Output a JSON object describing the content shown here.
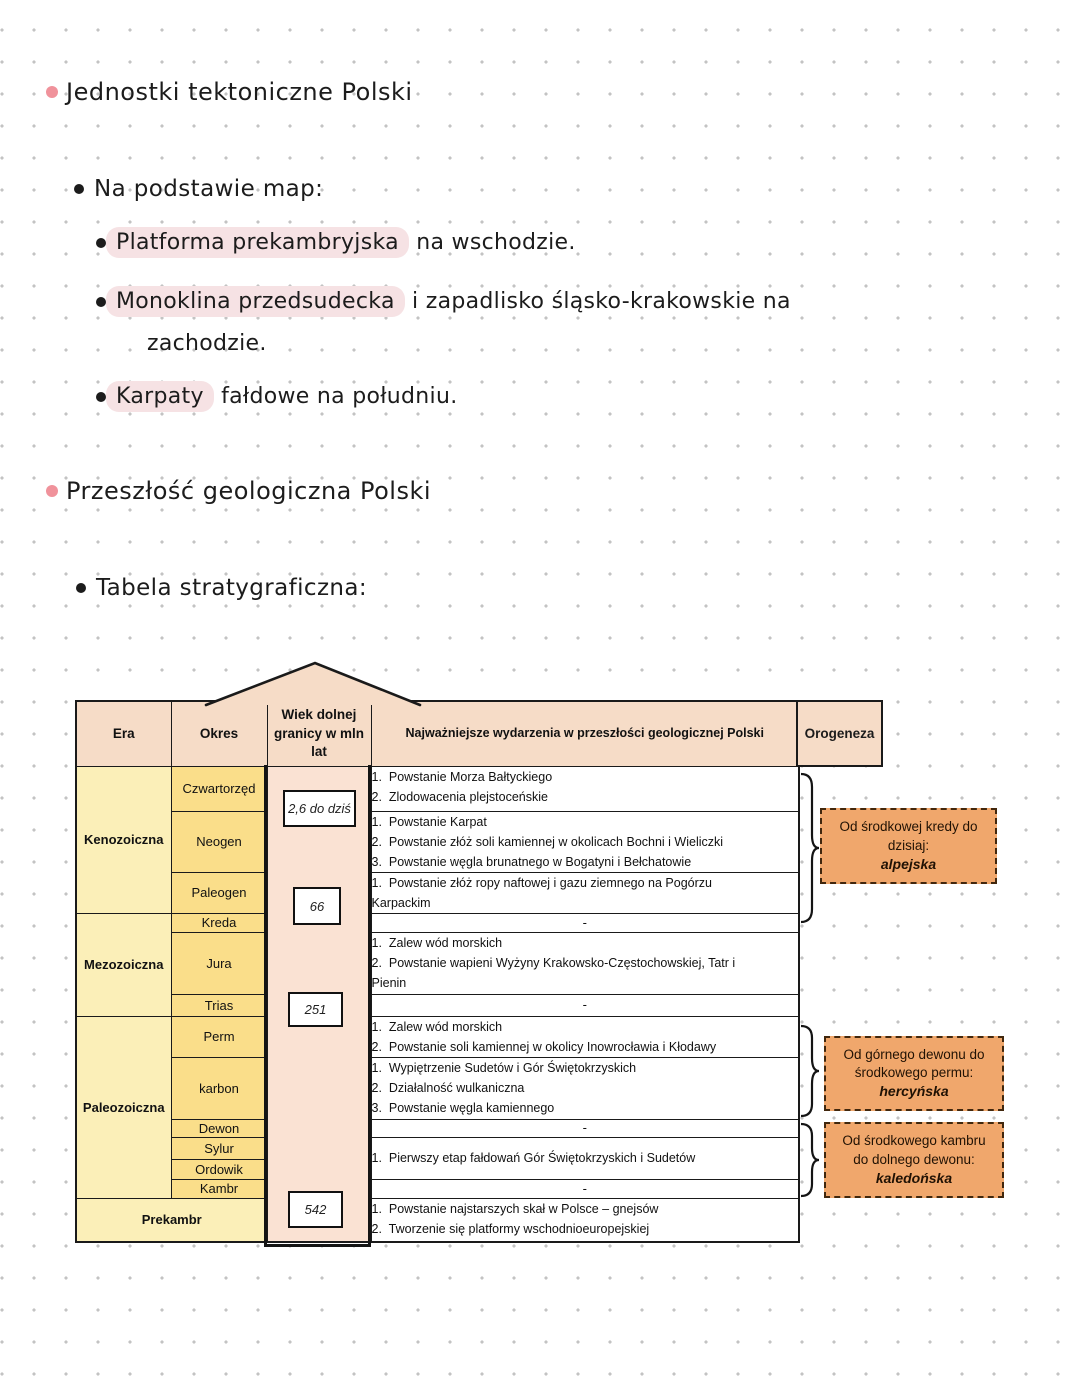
{
  "notes": {
    "title1": "Jednostki tektoniczne Polski",
    "subtitle1": "Na podstawie map:",
    "item1_hl": "Platforma prekambryjska",
    "item1_rest": "na wschodzie.",
    "item2_hl": "Monoklina przedsudecka",
    "item2_rest": "i zapadlisko śląsko-krakowskie na",
    "item2_line2": "zachodzie.",
    "item3_hl": "Karpaty",
    "item3_rest": "fałdowe na południu.",
    "title2": "Przeszłość geologiczna Polski",
    "subtitle2": "Tabela stratygraficzna:"
  },
  "table": {
    "header": {
      "era": "Era",
      "okres": "Okres",
      "wiek": "Wiek dolnej granicy w mln lat",
      "events": "Najważniejsze wydarzenia w przeszłości geologicznej Polski",
      "orogeneza": "Orogeneza"
    },
    "eras": {
      "kenozoiczna": "Kenozoiczna",
      "mezozoiczna": "Mezozoiczna",
      "paleozoiczna": "Paleozoiczna",
      "prekambr": "Prekambr"
    },
    "periods": {
      "czwartorzed": "Czwartorzęd",
      "neogen": "Neogen",
      "paleogen": "Paleogen",
      "kreda": "Kreda",
      "jura": "Jura",
      "trias": "Trias",
      "perm": "Perm",
      "karbon": "karbon",
      "dewon": "Dewon",
      "sylur": "Sylur",
      "ordowik": "Ordowik",
      "kambr": "Kambr"
    },
    "ages": {
      "a1": "2,6 do dziś",
      "a2": "66",
      "a3": "251",
      "a4": "542"
    },
    "events": {
      "r1": [
        "1.  Powstanie Morza Bałtyckiego",
        "2.  Zlodowacenia plejstoceńskie"
      ],
      "r2": [
        "1.  Powstanie Karpat",
        "2.  Powstanie złóż soli kamiennej w okolicach Bochni i Wieliczki",
        "3.  Powstanie węgla brunatnego w Bogatyni i Bełchatowie"
      ],
      "r3": [
        "1.  Powstanie złóż ropy naftowej i gazu ziemnego na Pogórzu",
        "Karpackim"
      ],
      "r4": "-",
      "r5": [
        "1.  Zalew wód morskich",
        "2.  Powstanie wapieni Wyżyny Krakowsko-Częstochowskiej, Tatr i",
        "Pienin"
      ],
      "r6": "-",
      "r7": [
        "1.  Zalew wód morskich",
        "2.  Powstanie soli kamiennej w okolicy Inowrocławia i Kłodawy"
      ],
      "r8": [
        "1.  Wypiętrzenie Sudetów i Gór Świętokrzyskich",
        "2.  Działalność wulkaniczna",
        "3.  Powstanie węgla kamiennego"
      ],
      "r9": "-",
      "r10": [
        "1.  Pierwszy etap fałdowań Gór Świętokrzyskich i Sudetów"
      ],
      "r12": "-",
      "r13": [
        "1.  Powstanie najstarszych skał w Polsce – gnejsów",
        "2.  Tworzenie się platformy wschodnioeuropejskiej"
      ]
    },
    "orogeny": {
      "alpejska": {
        "range": "Od środkowej kredy do dzisiaj:",
        "name": "alpejska"
      },
      "hercynska": {
        "range": "Od górnego dewonu do środkowego permu:",
        "name": "hercyńska"
      },
      "kaledonska": {
        "range": "Od środkowego kambru do dolnego dewonu:",
        "name": "kaledońska"
      }
    }
  },
  "colors": {
    "pink_bullet": "#F0929B",
    "pink_highlight": "#F6E2E4",
    "header_bg": "#F6DCC7",
    "era_bg": "#FBEFB8",
    "okres_bg": "#FADE8A",
    "wiek_bg": "#FAE2D3",
    "orogeny_box_bg": "#F0A76C",
    "dot_grid": "#C3C3C3"
  }
}
